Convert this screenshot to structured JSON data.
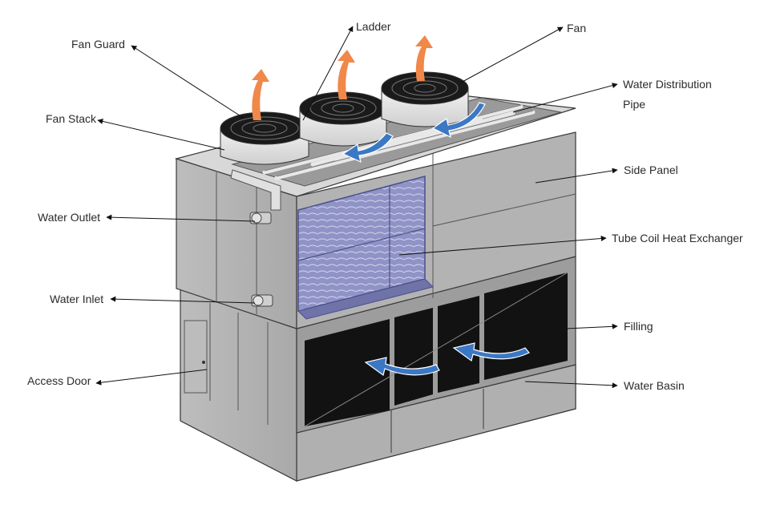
{
  "labels": {
    "fan_guard": "Fan Guard",
    "ladder": "Ladder",
    "fan": "Fan",
    "water_distribution_pipe_line1": "Water Distribution",
    "water_distribution_pipe_line2": "Pipe",
    "fan_stack": "Fan Stack",
    "side_panel": "Side Panel",
    "water_outlet": "Water Outlet",
    "tube_coil_heat_exchanger": "Tube Coil Heat Exchanger",
    "water_inlet": "Water Inlet",
    "filling": "Filling",
    "access_door": "Access Door",
    "water_basin": "Water Basin"
  },
  "colors": {
    "casing": "#b3b3b3",
    "casing_dark": "#8c8c8c",
    "outline": "#3a3a3a",
    "coil": "#8f93c6",
    "fill_media": "#111111",
    "hot_air_arrow": "#f0884a",
    "water_flow_arrow": "#3b78c4",
    "label_text": "#2b2b2b"
  }
}
